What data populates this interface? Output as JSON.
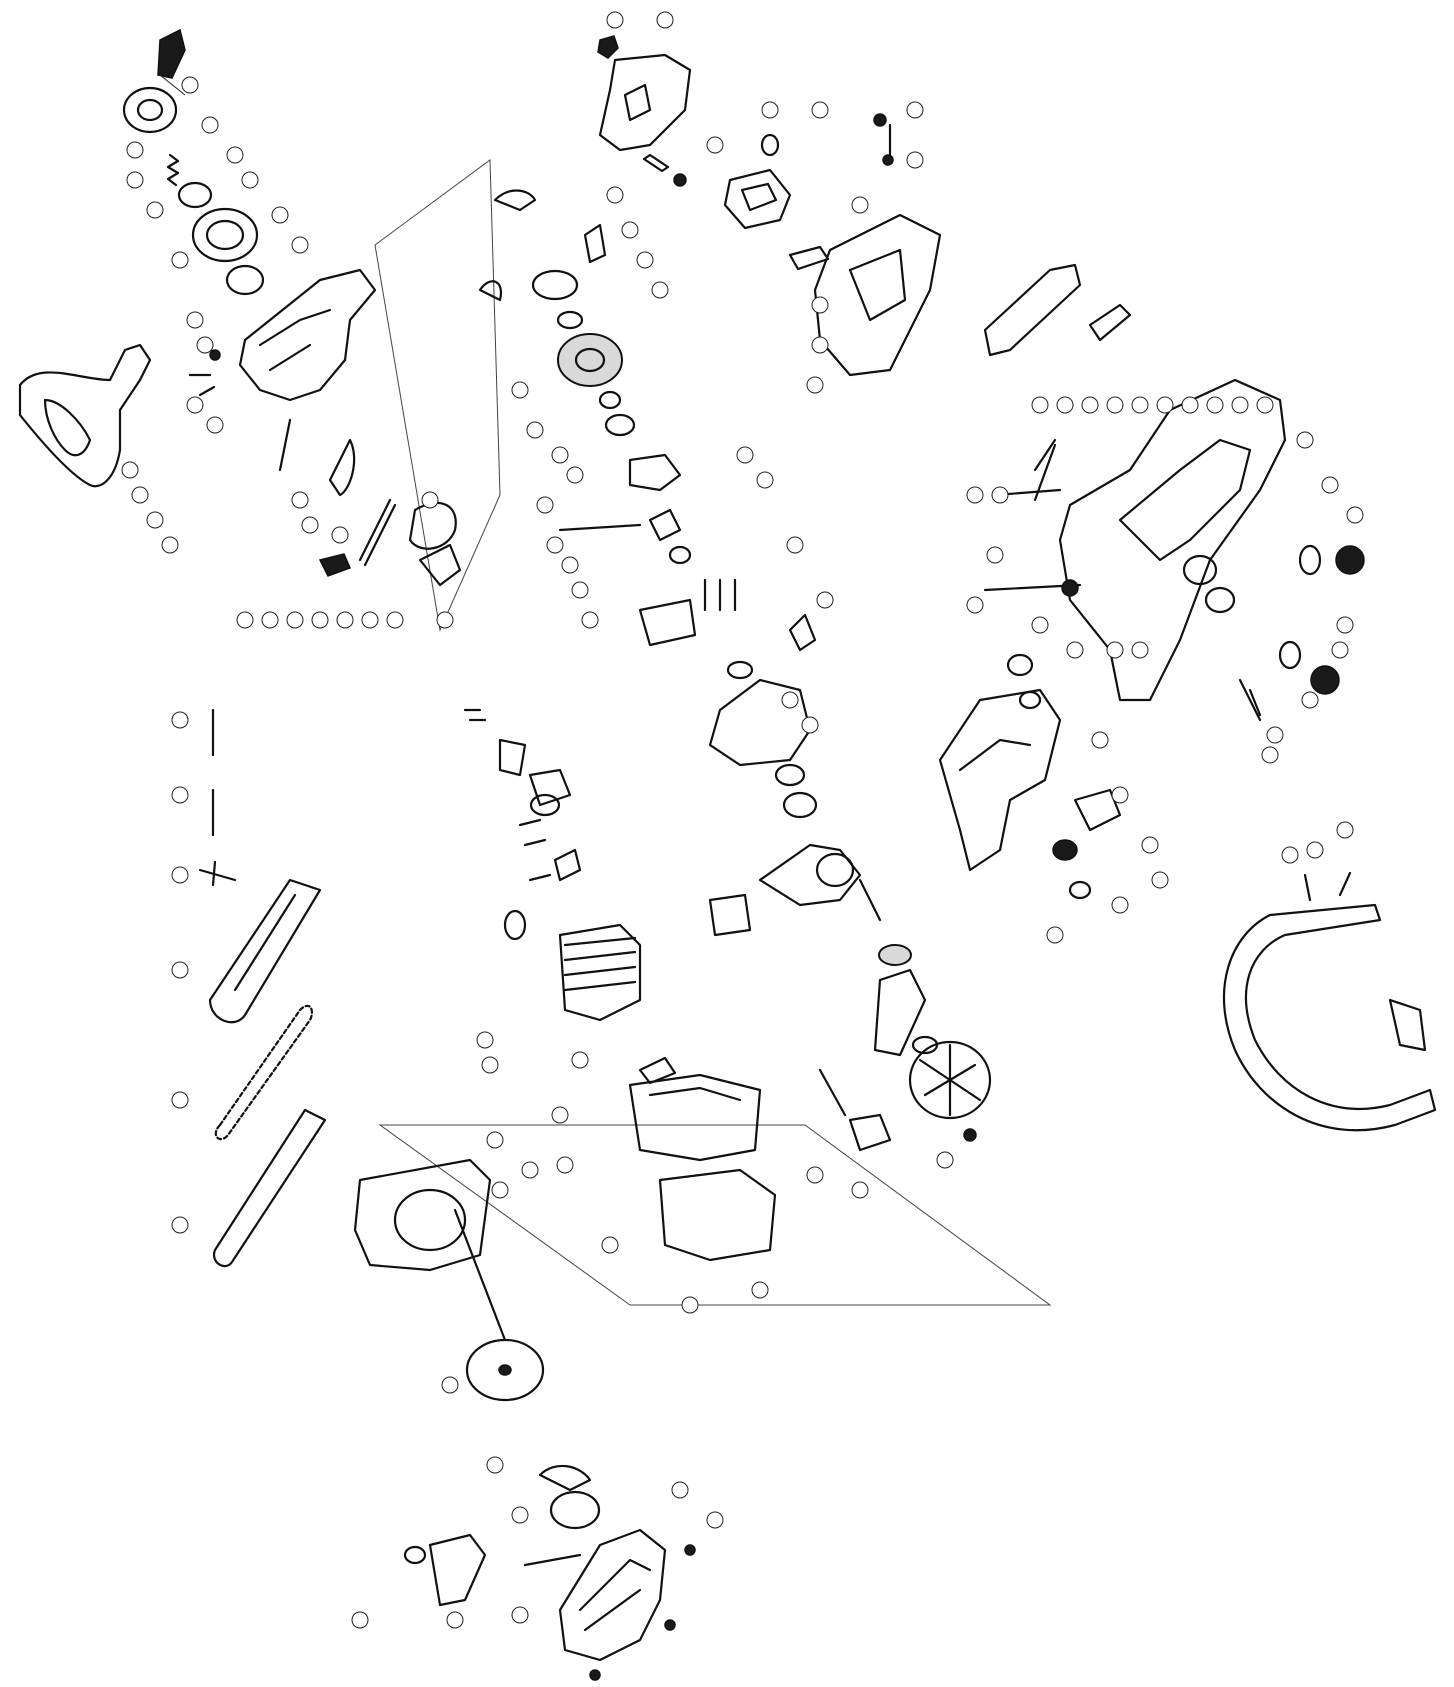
{
  "diagram": {
    "type": "exploded-parts-diagram",
    "subject": "chainsaw",
    "stroke_color": "#111111",
    "background": "#ffffff",
    "groups": [
      {
        "id": "clutch-sprocket-assembly",
        "label": ""
      },
      {
        "id": "air-filter-cover",
        "label": ""
      },
      {
        "id": "rear-handle-fuel-tank",
        "label": ""
      },
      {
        "id": "engine-crankshaft-cylinder",
        "label": ""
      },
      {
        "id": "guide-bar-chain",
        "label": ""
      },
      {
        "id": "front-handle-bar",
        "label": ""
      },
      {
        "id": "starter-recoil-assembly",
        "label": ""
      },
      {
        "id": "flywheel-ignition",
        "label": ""
      }
    ],
    "callout_count": 180,
    "callout_numbers_legible": false
  }
}
